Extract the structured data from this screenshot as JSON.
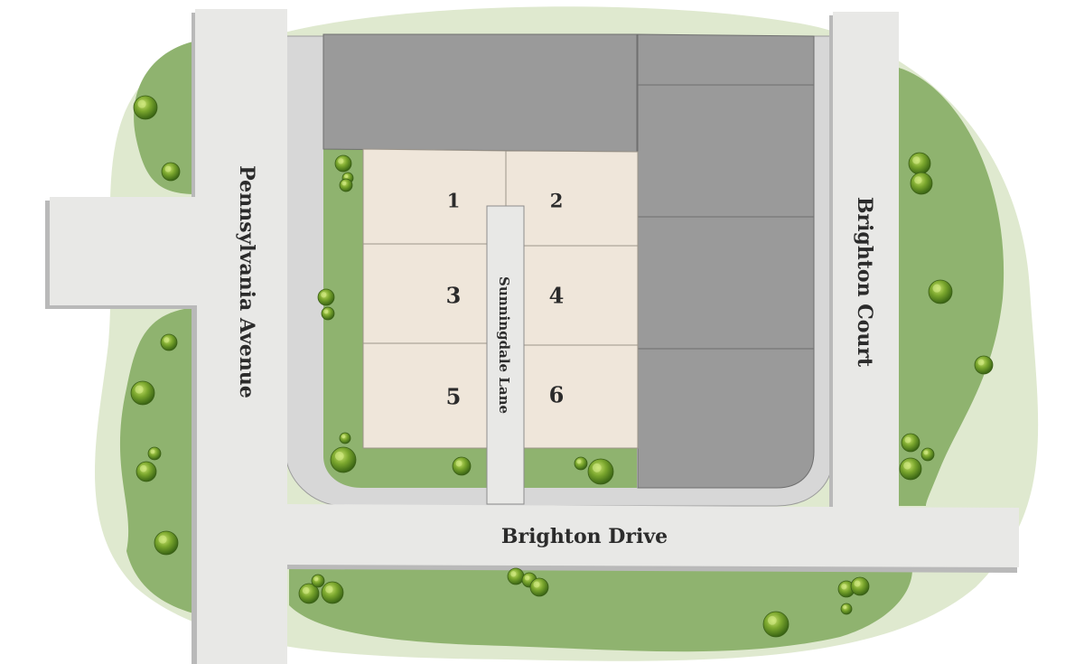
{
  "roads": {
    "pennsylvania_avenue": "Pennsylvania Avenue",
    "brighton_court": "Brighton Court",
    "brighton_drive": "Brighton Drive",
    "sunningdale_lane": "Sunningdale Lane"
  },
  "lots": [
    {
      "id": "lot-1",
      "label": "1"
    },
    {
      "id": "lot-2",
      "label": "2"
    },
    {
      "id": "lot-3",
      "label": "3"
    },
    {
      "id": "lot-4",
      "label": "4"
    },
    {
      "id": "lot-5",
      "label": "5"
    },
    {
      "id": "lot-6",
      "label": "6"
    }
  ],
  "colors": {
    "light_green": "#dfe9cf",
    "green": "#8fb36f",
    "road": "#e8e8e6",
    "road_shadow": "#b9b9b9",
    "curb": "#d7d7d7",
    "building": "#9a9a9a",
    "lot": "#efe6da",
    "tree_dark": "#4e7a1e",
    "tree_light": "#a9cf4e"
  }
}
